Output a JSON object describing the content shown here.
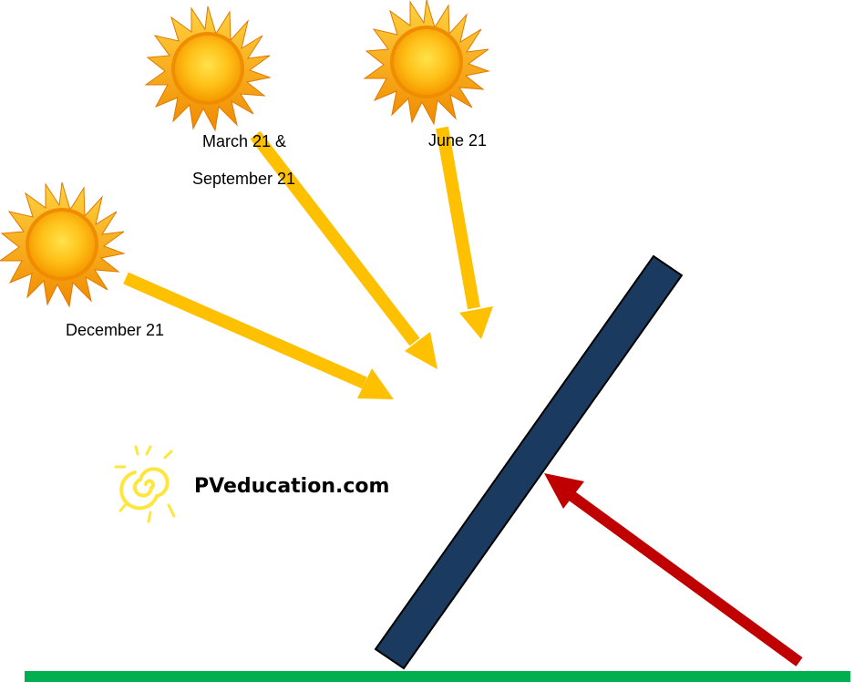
{
  "labels": {
    "december": "December 21",
    "equinox_line1": "March 21 &",
    "equinox_line2": "September 21",
    "june": "June 21"
  },
  "brand": {
    "text": "PVeducation.com",
    "logo_icon": "spiral-sun-logo-icon"
  },
  "icons": {
    "sun": "sun-icon"
  },
  "colors": {
    "sunray_arrow": "#FFC000",
    "normal_arrow": "#C00000",
    "panel": "#1B3A5F",
    "ground": "#00B050",
    "sun_core": "#FFB400",
    "sun_rays": "#F08C00",
    "logo": "#FFE63C"
  }
}
